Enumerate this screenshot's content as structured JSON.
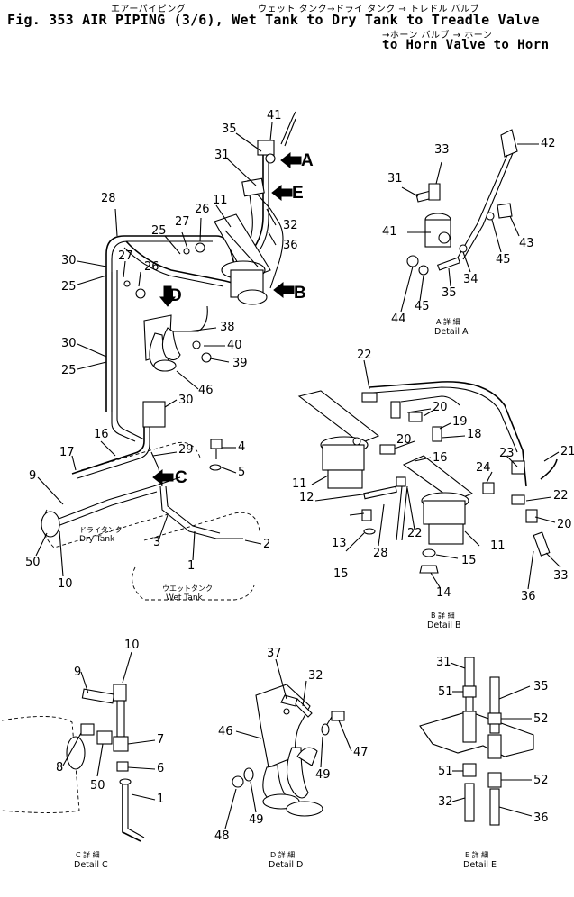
{
  "header": {
    "jp_line1_left": "エアーパイピング",
    "jp_line1_right": "ウェット タンク→ドライ タンク → トレドル バルブ",
    "title_line1": "Fig. 353  AIR PIPING (3/6), Wet Tank to Dry Tank to Treadle Valve",
    "jp_line2": "→ホーン バルブ → ホーン",
    "title_line2": "to Horn Valve to Horn"
  },
  "view_markers": [
    "A",
    "B",
    "C",
    "D",
    "E"
  ],
  "tanks": {
    "dry_jp": "ドライタンク",
    "dry_en": "Dry Tank",
    "wet_jp": "ウエットタンク",
    "wet_en": "Wet Tank"
  },
  "details": {
    "a": {
      "jp": "A 詳 細",
      "en": "Detail A"
    },
    "b": {
      "jp": "B 詳 細",
      "en": "Detail B"
    },
    "c": {
      "jp": "C 詳 細",
      "en": "Detail C"
    },
    "d": {
      "jp": "D 詳 細",
      "en": "Detail D"
    },
    "e": {
      "jp": "E 詳 細",
      "en": "Detail E"
    }
  },
  "callouts": {
    "main": [
      "41",
      "35",
      "31",
      "28",
      "27",
      "26",
      "11",
      "32",
      "36",
      "25",
      "30",
      "25",
      "27",
      "26",
      "30",
      "25",
      "38",
      "40",
      "39",
      "46",
      "30",
      "16",
      "17",
      "29",
      "9",
      "4",
      "5",
      "50",
      "10",
      "3",
      "1",
      "2"
    ],
    "detail_a": [
      "33",
      "42",
      "31",
      "41",
      "43",
      "45",
      "34",
      "35",
      "45",
      "44"
    ],
    "detail_b": [
      "22",
      "20",
      "19",
      "18",
      "20",
      "16",
      "21",
      "23",
      "24",
      "22",
      "20",
      "11",
      "12",
      "28",
      "22",
      "13",
      "15",
      "15",
      "14",
      "11",
      "33",
      "36"
    ],
    "detail_c": [
      "10",
      "9",
      "7",
      "6",
      "8",
      "50",
      "1"
    ],
    "detail_d": [
      "37",
      "32",
      "46",
      "47",
      "49",
      "48",
      "49"
    ],
    "detail_e": [
      "31",
      "35",
      "51",
      "52",
      "51",
      "52",
      "32",
      "36"
    ]
  }
}
